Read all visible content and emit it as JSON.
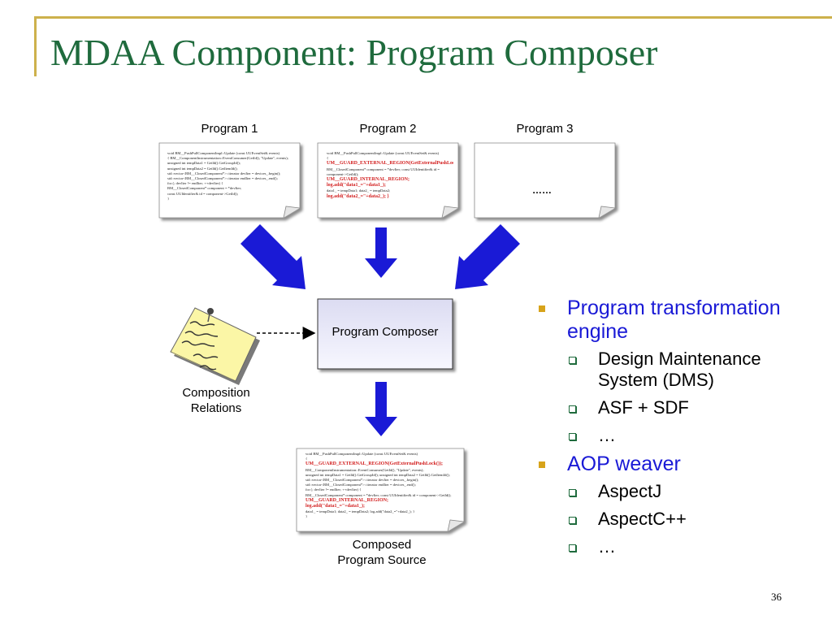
{
  "title": "MDAA Component: Program Composer",
  "program1": {
    "label": "Program 1",
    "lines": [
      "void BM__PushPullComponentImpl::Update (const UUEventSet& events)",
      "{ BM__ComponentInstrumentation::EventConsumer(GetId(), \"Update\", events);",
      "  unsigned int tempData1 = GetId().GetGroupId();",
      "  unsigned int tempData2 = GetId().GetItemId();",
      "  std::vector<BM__ClosedComponent*>::iterator devIter = devices_.begin();",
      "  std::vector<BM__ClosedComponent*>::iterator endIter = devices_.end();",
      "  for (; devIter != endIter; ++devIter) {",
      "    BM__ClosedComponent* component = *devIter;",
      "    const UUIdentifier& id = component->GetId();",
      "}"
    ]
  },
  "program2": {
    "label": "Program 2",
    "lines": [
      {
        "t": "void BM__PushPullComponentImpl::Update (const UUEventSet& events)",
        "red": false
      },
      {
        "t": "{",
        "red": false
      },
      {
        "t": "UM__GUARD_EXTERNAL_REGION(GetExternalPushLock());",
        "red": true
      },
      {
        "t": "  BM__ClosedComponent* component = *devIter;   const UUIdentifier& id = component->GetId();",
        "red": false
      },
      {
        "t": "  UM__GUARD_INTERNAL_REGION;",
        "red": true
      },
      {
        "t": "log.add(\"data1_=\"+data1_);",
        "red": true
      },
      {
        "t": "  data1_ = tempData1;   data2_ = tempData2;",
        "red": false
      },
      {
        "t": "log.add(\"data2_=\"+data2_); }",
        "red": true
      }
    ]
  },
  "program3": {
    "label": "Program 3",
    "content": "……"
  },
  "composer": {
    "label": "Program Composer"
  },
  "relations": {
    "label_line1": "Composition",
    "label_line2": "Relations"
  },
  "composed": {
    "label_line1": "Composed",
    "label_line2": "Program Source",
    "lines": [
      {
        "t": "void BM__PushPullComponentImpl::Update (const UUEventSet& events)",
        "red": false
      },
      {
        "t": "{",
        "red": false
      },
      {
        "t": "UM__GUARD_EXTERNAL_REGION(GetExternalPushLock());",
        "red": true
      },
      {
        "t": "  BM__ComponentInstrumentation::EventConsumer(GetId(), \"Update\", events);",
        "red": false
      },
      {
        "t": "  unsigned int tempData1 = GetId().GetGroupId();   unsigned int tempData2 = GetId().GetItemId();",
        "red": false
      },
      {
        "t": "  std::vector<BM__ClosedComponent*>::iterator devIter = devices_.begin();",
        "red": false
      },
      {
        "t": "  std::vector<BM__ClosedComponent*>::iterator endIter = devices_.end();",
        "red": false
      },
      {
        "t": "  for (; devIter != endIter; ++devIter) {",
        "red": false
      },
      {
        "t": "    BM__ClosedComponent* component = *devIter;   const UUIdentifier& id = component->GetId();",
        "red": false
      },
      {
        "t": "  UM__GUARD_INTERNAL_REGION;",
        "red": true
      },
      {
        "t": "log.add(\"data1_=\"+data1_);",
        "red": true
      },
      {
        "t": "  data1_ = tempData1;   data2_ = tempData2;   log.add(\"data2_=\"+data2_); }",
        "red": false
      },
      {
        "t": "}",
        "red": false
      }
    ]
  },
  "bullets": [
    {
      "text": "Program transformation engine",
      "children": [
        "Design Maintenance System (DMS)",
        "ASF + SDF",
        "…"
      ]
    },
    {
      "text": "AOP weaver",
      "children": [
        "AspectJ",
        "AspectC++",
        "…"
      ]
    }
  ],
  "page_number": "36",
  "colors": {
    "title": "#1f6b3d",
    "accent_bar": "#cdb14c",
    "arrow": "#1a1ad6",
    "bullet_text": "#1a1ad6",
    "highlight_code": "#d21c1c"
  }
}
